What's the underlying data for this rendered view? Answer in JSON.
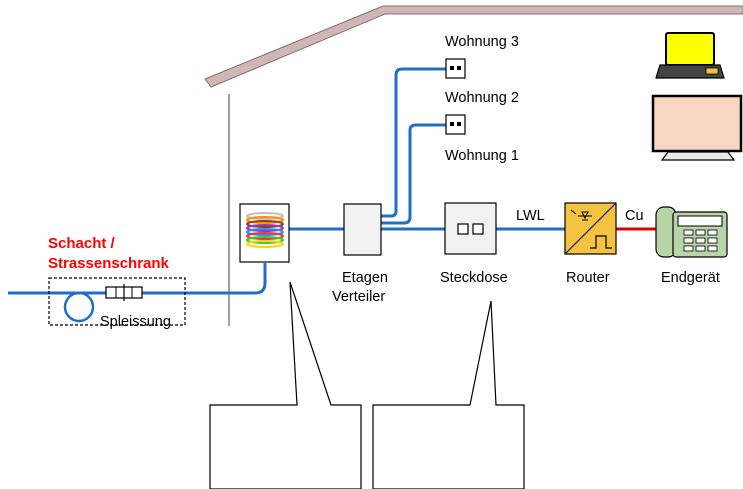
{
  "labels": {
    "wohnung3": "Wohnung 3",
    "wohnung2": "Wohnung 2",
    "wohnung1": "Wohnung 1",
    "schacht_line1": "Schacht /",
    "schacht_line2": "Strassenschrank",
    "spleissung": "Spleissung",
    "etagen_line1": "Etagen",
    "etagen_line2": "Verteiler",
    "steckdose": "Steckdose",
    "router": "Router",
    "endgeraet": "Endgerät",
    "lwl": "LWL",
    "cu": "Cu"
  },
  "colors": {
    "fiber": "#1f6fc4",
    "copper": "#e00000",
    "roof": "#cdb7b7",
    "highlight_text": "#ff0000",
    "router_fill": "#f5c342",
    "laptop_screen": "#ffff00",
    "monitor_screen": "#f7d7c4",
    "phone_body": "#b7d5a8"
  },
  "icons": [
    "fiber-spool-icon",
    "splice-connector-icon",
    "floor-distributor-icon",
    "wall-socket-icon",
    "apartment-socket-icon",
    "router-icon",
    "laptop-icon",
    "monitor-icon",
    "telephone-icon",
    "fiber-bundle-icon"
  ]
}
